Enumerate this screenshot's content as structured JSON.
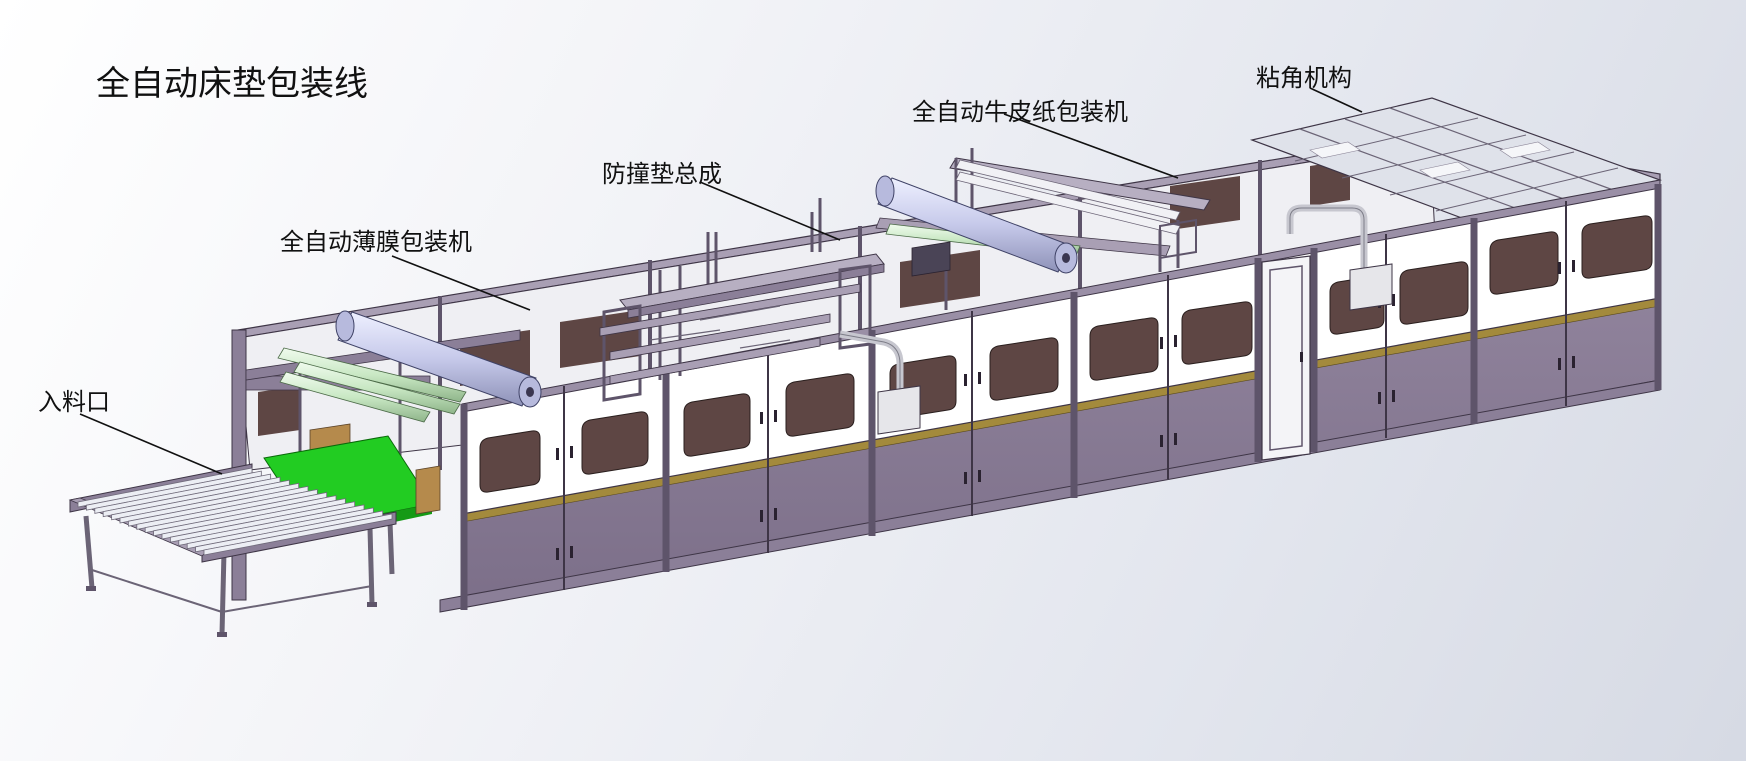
{
  "title": "全自动床垫包装线",
  "callouts": {
    "feed_inlet": "入料口",
    "film_wrapper": "全自动薄膜包装机",
    "bumper_assembly": "防撞垫总成",
    "kraft_wrapper": "全自动牛皮纸包装机",
    "corner_mechanism": "粘角机构"
  },
  "colors": {
    "frame": "#8b7f98",
    "frame_dark": "#5e546a",
    "lower_panel": "#8a7d96",
    "upper_panel": "#ffffff",
    "window": "#5e4644",
    "gold_strip": "#a38a3c",
    "conveyor_green": "#22cc22",
    "roll_lavender": "#c6c9ea",
    "roll_green": "#c9e8c4",
    "roof_glass": "#dfe2ea"
  }
}
